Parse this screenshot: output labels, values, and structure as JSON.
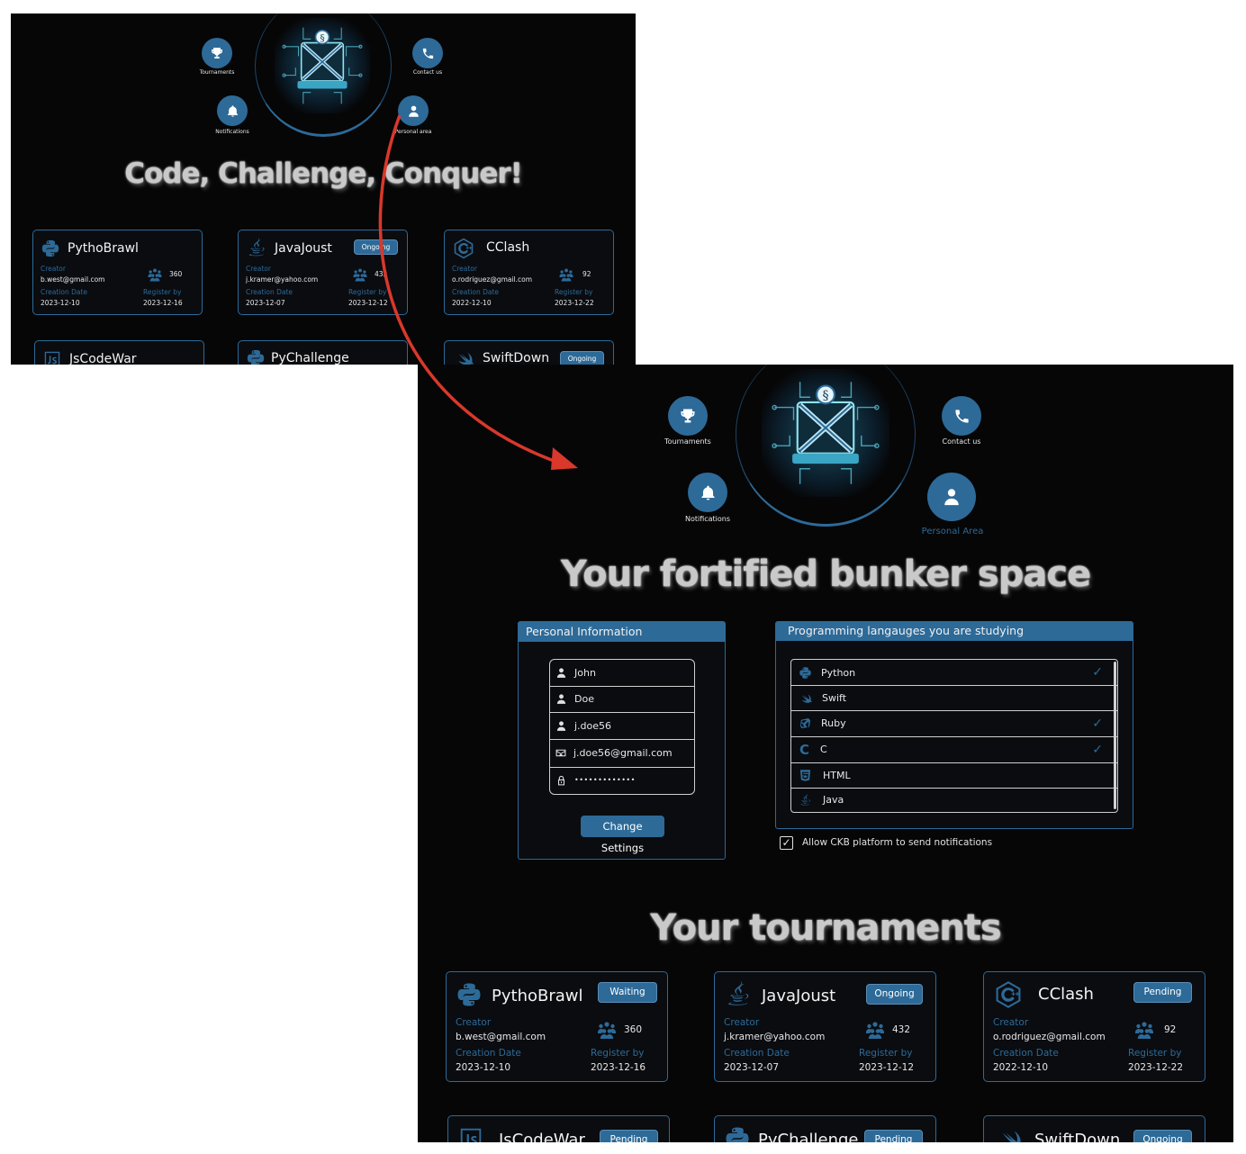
{
  "nav": {
    "tournaments_label": "Tournaments",
    "contact_label": "Contact us",
    "notifications_label": "Notifications",
    "personal_area_label_small": "Personal area",
    "personal_area_label": "Personal Area"
  },
  "home": {
    "headline": "Code, Challenge, Conquer!",
    "cards": [
      {
        "title": "PythoBrawl",
        "badge": "",
        "creator_label": "Creator",
        "creator": "b.west@gmail.com",
        "count": "360",
        "creation_label": "Creation Date",
        "creation": "2023-12-10",
        "register_label": "Register by",
        "register": "2023-12-16"
      },
      {
        "title": "JavaJoust",
        "badge": "Ongoing",
        "creator_label": "Creator",
        "creator": "j.kramer@yahoo.com",
        "count": "432",
        "creation_label": "Creation Date",
        "creation": "2023-12-07",
        "register_label": "Register by",
        "register": "2023-12-12"
      },
      {
        "title": "CClash",
        "badge": "",
        "creator_label": "Creator",
        "creator": "o.rodriguez@gmail.com",
        "count": "92",
        "creation_label": "Creation Date",
        "creation": "2022-12-10",
        "register_label": "Register by",
        "register": "2023-12-22"
      },
      {
        "title": "JsCodeWar",
        "badge": ""
      },
      {
        "title": "PyChallenge",
        "badge": ""
      },
      {
        "title": "SwiftDown",
        "badge": "Ongoing"
      }
    ]
  },
  "personal": {
    "headline": "Your fortified bunker space",
    "info_title": "Personal Information",
    "first_name": "John",
    "last_name": "Doe",
    "username": "j.doe56",
    "email": "j.doe56@gmail.com",
    "password": "•••••••••••••",
    "change_button": "Change Settings",
    "languages_title": "Programming langauges you are studying",
    "languages": [
      {
        "name": "Python",
        "checked": true
      },
      {
        "name": "Swift",
        "checked": false
      },
      {
        "name": "Ruby",
        "checked": true
      },
      {
        "name": "C",
        "checked": true
      },
      {
        "name": "HTML",
        "checked": false
      },
      {
        "name": "Java",
        "checked": false
      }
    ],
    "notifications_checkbox": "Allow CKB platform to send notifications",
    "tournaments_headline": "Your tournaments",
    "cards": [
      {
        "title": "PythoBrawl",
        "badge": "Waiting",
        "creator_label": "Creator",
        "creator": "b.west@gmail.com",
        "count": "360",
        "creation_label": "Creation Date",
        "creation": "2023-12-10",
        "register_label": "Register by",
        "register": "2023-12-16"
      },
      {
        "title": "JavaJoust",
        "badge": "Ongoing",
        "creator_label": "Creator",
        "creator": "j.kramer@yahoo.com",
        "count": "432",
        "creation_label": "Creation Date",
        "creation": "2023-12-07",
        "register_label": "Register by",
        "register": "2023-12-12"
      },
      {
        "title": "CClash",
        "badge": "Pending",
        "creator_label": "Creator",
        "creator": "o.rodriguez@gmail.com",
        "count": "92",
        "creation_label": "Creation Date",
        "creation": "2022-12-10",
        "register_label": "Register by",
        "register": "2023-12-22"
      },
      {
        "title": "JsCodeWar",
        "badge": "Pending"
      },
      {
        "title": "PyChallenge",
        "badge": "Pending"
      },
      {
        "title": "SwiftDown",
        "badge": "Ongoing"
      }
    ]
  },
  "colors": {
    "accent": "#2d6a98",
    "background": "#060607",
    "arrow": "#d9382b"
  }
}
